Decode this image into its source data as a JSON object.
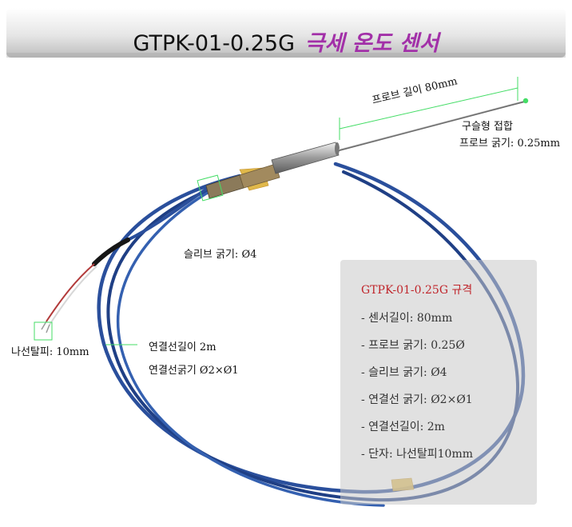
{
  "banner": {
    "title": "GTPK-01-0.25G",
    "subtitle": "극세 온도 센서"
  },
  "labels": {
    "probe_length": "프로브 길이 80mm",
    "ball_junction": "구슬형 접합",
    "probe_thickness": "프로브 굵기: 0.25mm",
    "sleeve_thickness": "슬리브 굵기: Ø4",
    "strip_length": "나선탈피: 10mm",
    "lead_length": "연결선길이 2m",
    "lead_thickness": "연결선굵기 Ø2×Ø1"
  },
  "spec": {
    "title": "GTPK-01-0.25G  규격",
    "items": [
      "- 센서길이: 80mm",
      "- 프로브 굵기: 0.25Ø",
      "- 슬리브 굵기: Ø4",
      "- 연결선 굵기: Ø2×Ø1",
      "- 연결선길이: 2m",
      "- 단자: 나선탈피10mm"
    ]
  },
  "colors": {
    "cable_blue": "#2a4f9c",
    "accent_green": "#44dd66",
    "title_purple": "#a230a8",
    "spec_title_red": "#c0262c"
  }
}
